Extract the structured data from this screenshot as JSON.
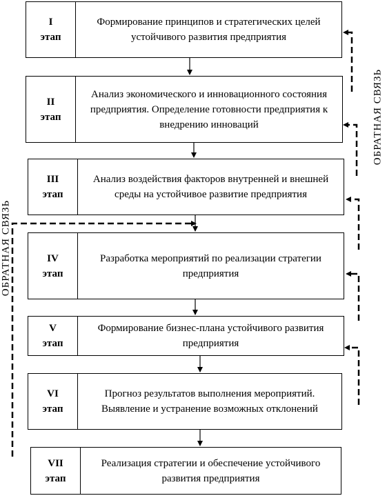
{
  "stages": [
    {
      "roman": "I",
      "word": "этап",
      "text": "Формирование принципов и стратегических целей устойчивого развития предприятия"
    },
    {
      "roman": "II",
      "word": "этап",
      "text": "Анализ экономического и инновационного состояния предприятия. Определение готовности предприятия к внедрению инноваций"
    },
    {
      "roman": "III",
      "word": "этап",
      "text": "Анализ воздействия факторов внутренней и внешней среды на устойчивое развитие предприятия"
    },
    {
      "roman": "IV",
      "word": "этап",
      "text": "Разработка мероприятий по реализации стратегии предприятия"
    },
    {
      "roman": "V",
      "word": "этап",
      "text": "Формирование бизнес-плана устойчивого развития предприятия"
    },
    {
      "roman": "VI",
      "word": "этап",
      "text": "Прогноз результатов выполнения мероприятий. Выявление и устранение возможных отклонений"
    },
    {
      "roman": "VII",
      "word": "этап",
      "text": "Реализация стратегии и обеспечение устойчивого развития предприятия"
    }
  ],
  "feedback_label_right": "ОБРАТНАЯ СВЯЗЬ",
  "feedback_label_left": "ОБРАТНАЯ СВЯЗЬ"
}
